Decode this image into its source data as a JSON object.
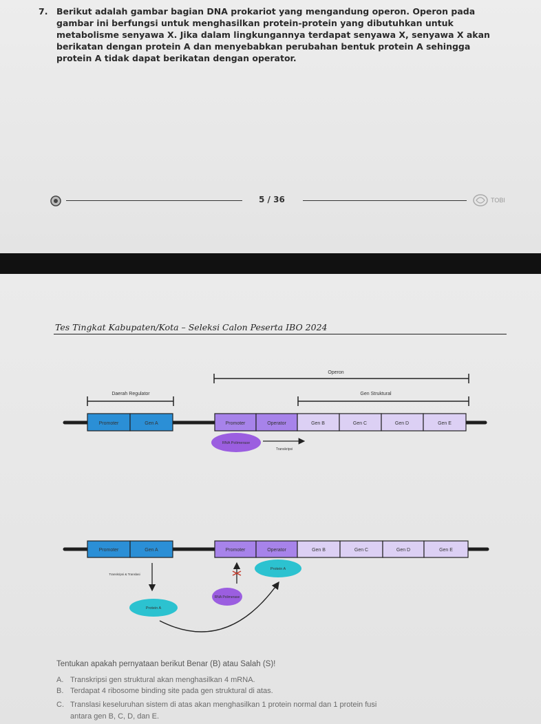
{
  "question": {
    "number": "7.",
    "text": "Berikut adalah gambar bagian DNA prokariot yang mengandung operon. Operon pada gambar ini berfungsi untuk menghasilkan protein-protein yang dibutuhkan untuk metabolisme senyawa X. Jika dalam lingkungannya terdapat senyawa X, senyawa X akan berikatan dengan protein A dan menyebabkan perubahan bentuk protein A sehingga protein A tidak dapat berikatan dengan operator."
  },
  "footer": {
    "page": "5 / 36",
    "logo_text": "TOBI",
    "left_icon": "pin-icon",
    "right_icon": "logo-icon"
  },
  "header": {
    "title": "Tes Tingkat Kabupaten/Kota – Seleksi Calon Peserta IBO 2024"
  },
  "diagram_top": {
    "operon_label": "Operon",
    "regulator_label": "Daerah Regulator",
    "structural_label": "Gen Struktural",
    "genes": [
      "Promoter",
      "Gen A",
      "Promoter",
      "Operator",
      "Gen B",
      "Gen C",
      "Gen D",
      "Gen E"
    ],
    "polymerase_label": "RNA Polimerase",
    "transcription_label": "Transkripsi"
  },
  "diagram_bottom": {
    "genes": [
      "Promoter",
      "Gen A",
      "Promoter",
      "Operator",
      "Gen B",
      "Gen C",
      "Gen D",
      "Gen E"
    ],
    "transcription_label": "Transkripsi & Translasi",
    "protein_left": "Protein A",
    "protein_bound": "Protein A",
    "polymerase_label": "RNA Polimerase"
  },
  "prompt": "Tentukan apakah pernyataan berikut Benar (B) atau Salah (S)!",
  "options": [
    {
      "letter": "A.",
      "text": "Transkripsi gen struktural akan menghasilkan 4 mRNA."
    },
    {
      "letter": "B.",
      "text": "Terdapat 4 ribosome binding site pada gen struktural di atas."
    },
    {
      "letter": "C.",
      "text": "Translasi keseluruhan sistem di atas akan menghasilkan 1 protein normal dan 1 protein fusi"
    },
    {
      "letter": "",
      "text": "antara gen B, C, D, dan E."
    }
  ],
  "colors": {
    "blue_gene": "#2b8fd6",
    "purple_gene": "#a783ea",
    "light_purple_gene": "#dcd0f4",
    "polymerase": "#9b5ee0",
    "protein": "#2cc2d0"
  }
}
